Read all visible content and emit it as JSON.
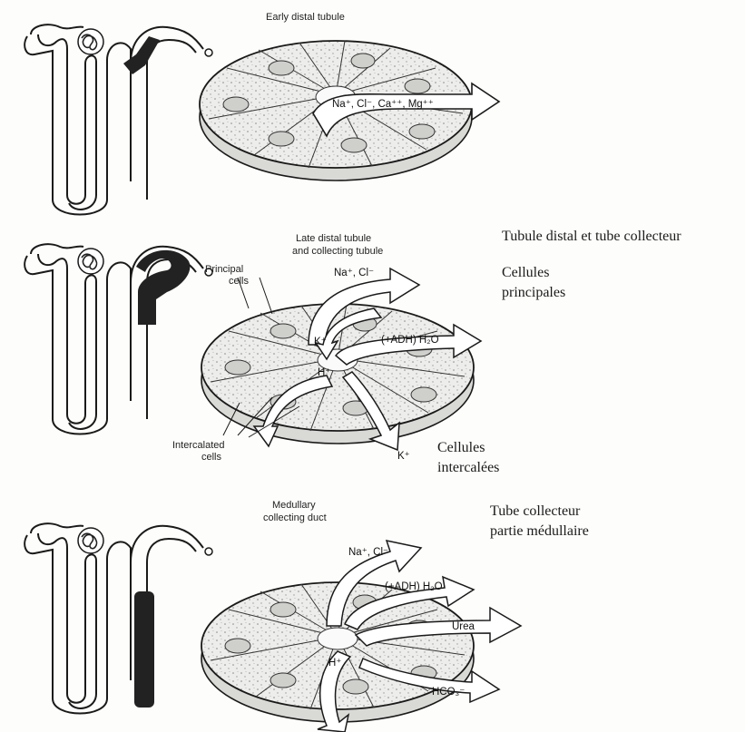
{
  "panels": [
    {
      "id": "early",
      "title": "Early distal tubule",
      "arrows": [
        "Na⁺, Cl⁻, Ca⁺⁺, Mg⁺⁺"
      ]
    },
    {
      "id": "late",
      "title_line1": "Late distal tubule",
      "title_line2": "and collecting tubule",
      "principal_label_1": "Principal",
      "principal_label_2": "cells",
      "intercalated_label_1": "Intercalated",
      "intercalated_label_2": "cells",
      "arrows": [
        "Na⁺, Cl⁻",
        "(+ADH) H₂O",
        "K⁺",
        "H⁺",
        "K⁺"
      ]
    },
    {
      "id": "medullary",
      "title_line1": "Medullary",
      "title_line2": "collecting duct",
      "arrows": [
        "Na⁺, Cl⁻",
        "(+ADH) H₂O",
        "Urea",
        "H⁺",
        "HCO₃⁻"
      ]
    }
  ],
  "french_labels": {
    "tubule_distal": "Tubule distal et tube collecteur",
    "cellules_principales_1": "Cellules",
    "cellules_principales_2": "principales",
    "cellules_intercalees_1": "Cellules",
    "cellules_intercalees_2": "intercalées",
    "tube_collecteur_1": "Tube collecteur",
    "tube_collecteur_2": "partie médullaire"
  },
  "colors": {
    "ink": "#1a1a1a",
    "cell_fill": "#e8e8e6",
    "highlight": "#222222"
  }
}
